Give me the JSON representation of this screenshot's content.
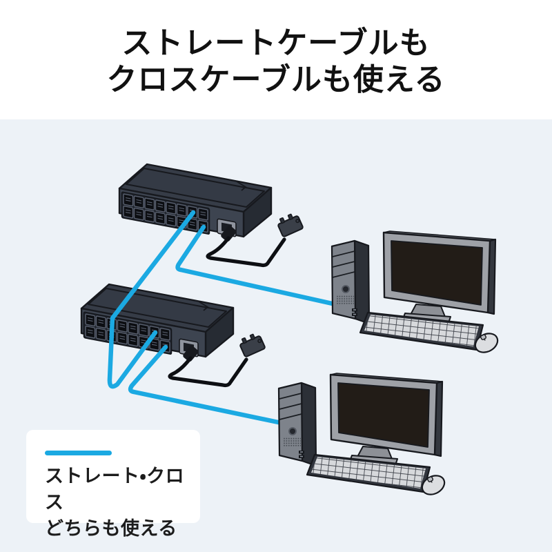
{
  "title": {
    "line1": "ストレートケーブルも",
    "line2": "クロスケーブルも使える"
  },
  "legend": {
    "line1": "ストレート・クロス",
    "line2": "どちらも使える"
  },
  "colors": {
    "accent_cyan": "#1ba9e2",
    "panel_bg": "#edf2f7",
    "title_color": "#111111",
    "text_color": "#1c1c1c",
    "outline": "#17191e"
  },
  "diagram": {
    "components": [
      "16-port-lan-switch (upper)",
      "16-port-lan-switch (lower)",
      "desktop-computer (upper right)",
      "desktop-computer (lower right)"
    ],
    "cables": [
      {
        "name": "switch-to-switch-cable",
        "color": "cyan"
      },
      {
        "name": "upper-switch-to-computer-1-cable",
        "color": "cyan"
      },
      {
        "name": "lower-switch-to-computer-2-cable",
        "color": "cyan"
      }
    ],
    "power": [
      "ac-power-cord-upper-switch",
      "ac-power-cord-lower-switch"
    ]
  }
}
